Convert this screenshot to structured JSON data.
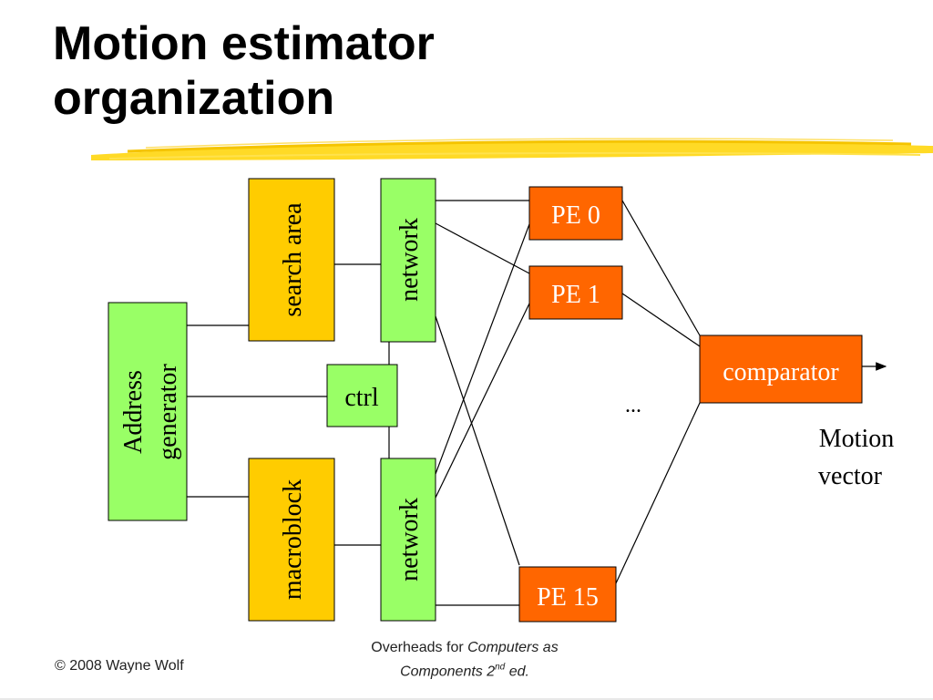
{
  "title": {
    "line1": "Motion estimator",
    "line2": "organization"
  },
  "diagram": {
    "colors": {
      "green": "#99ff66",
      "yellow": "#ffcc00",
      "orange": "#ff6600",
      "line": "#000000"
    },
    "blocks": {
      "address_generator": [
        "Address",
        "generator"
      ],
      "search_area": "search area",
      "macroblock": "macroblock",
      "network_top": "network",
      "network_bottom": "network",
      "ctrl": "ctrl",
      "pe0": "PE 0",
      "pe1": "PE 1",
      "pe15": "PE 15",
      "ellipsis": "...",
      "comparator": "comparator",
      "output_label": [
        "Motion",
        "vector"
      ]
    }
  },
  "footer": {
    "copyright": "© 2008 Wayne Wolf",
    "overheads_prefix": "Overheads for ",
    "book_title": "Computers as",
    "book_title_2": "Components 2",
    "edition_sup": "nd",
    "edition_suffix": " ed."
  }
}
